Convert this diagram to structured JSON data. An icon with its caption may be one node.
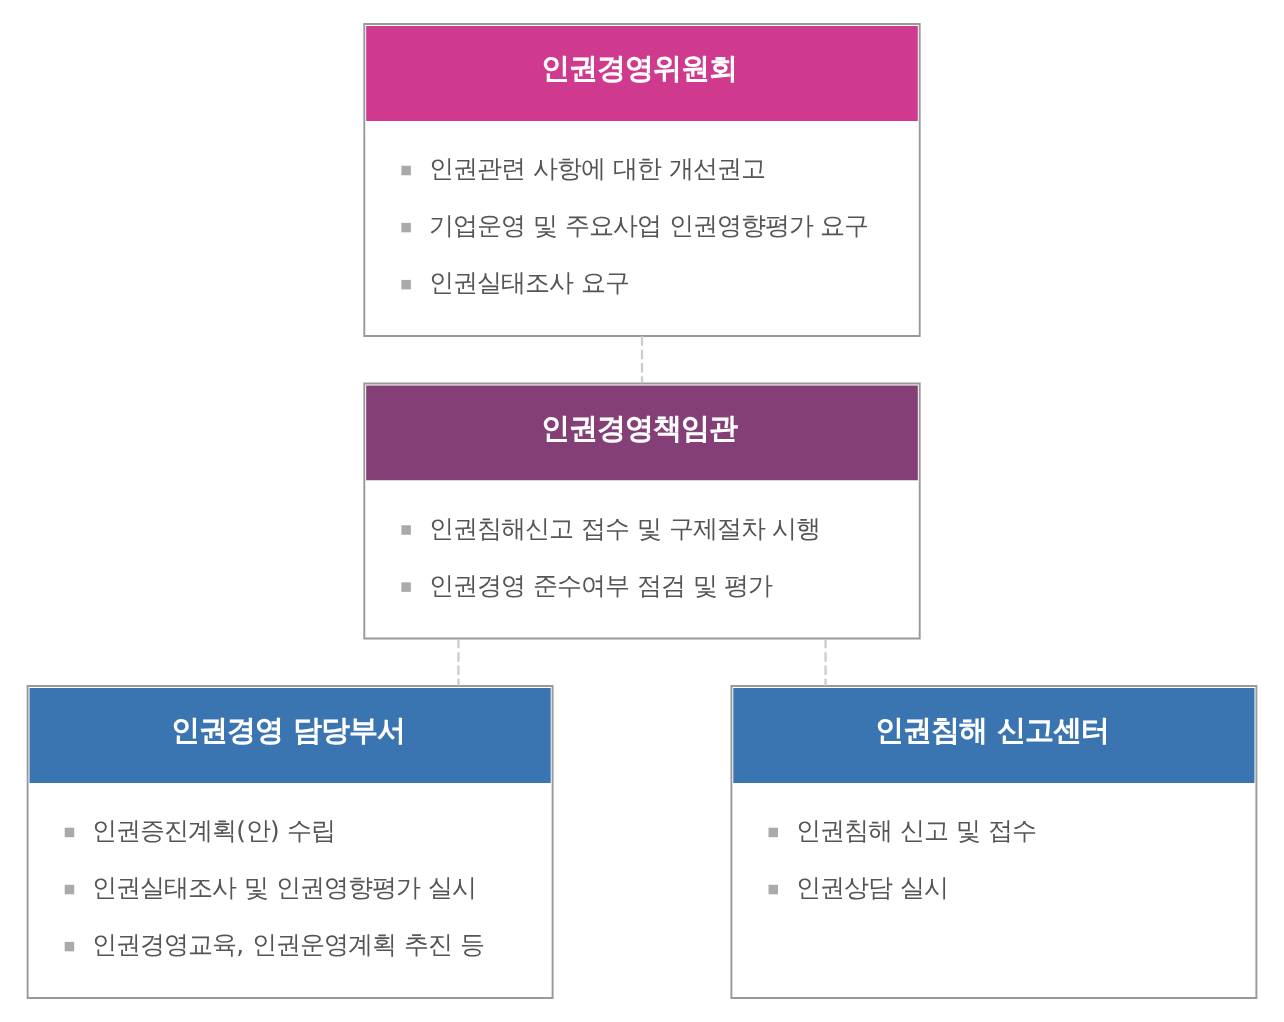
{
  "diagram": {
    "nodes": [
      {
        "text": [
          "인권경영위원회",
          "인권관련 사항에 대한 개선권고",
          "기업운영 및 주요사업 인권영향평가 요구",
          "인권실태조사 요구"
        ]
      },
      {
        "text": [
          "인권경영책임관",
          "인권침해신고 접수 및 구제절차 시행",
          "인권경영 준수여부 점검 및 평가"
        ]
      },
      {
        "text": [
          "인권경영 담당부서",
          "인권증진계획(안) 수립",
          "인권실태조사 및 인권영향평가 실시",
          "인권경영교육, 인권운영계획 추진 등"
        ]
      },
      {
        "text": [
          "인권침해 신고센터",
          "인권침해 신고 및 접수",
          "인권상담 실시"
        ]
      }
    ],
    "edges": [
      {
        "from": 0,
        "to": 1,
        "arrow": "none",
        "style": "dashed"
      },
      {
        "from": 1,
        "to": 2,
        "arrow": "none",
        "style": "dashed"
      },
      {
        "from": 1,
        "to": 3,
        "arrow": "none",
        "style": "dashed"
      }
    ]
  }
}
